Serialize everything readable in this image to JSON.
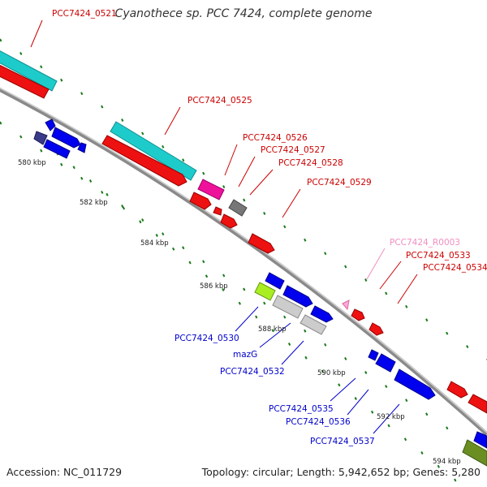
{
  "title": "Cyanothece sp. PCC 7424, complete genome",
  "footer": {
    "accession": "Accession: NC_011729",
    "topology": "Topology: circular; Length: 5,942,652 bp; Genes: 5,280"
  },
  "colors": {
    "backbone": "#999999",
    "tick": "#1a7a1a",
    "label_red": "#cc0000",
    "label_blue": "#0000cc",
    "label_pink": "#f08ec0"
  },
  "scale_labels": [
    "580 kbp",
    "582 kbp",
    "584 kbp",
    "586 kbp",
    "588 kbp",
    "590 kbp",
    "592 kbp",
    "594 kbp"
  ],
  "feature_labels": [
    {
      "text": "PCC7424_0521",
      "color": "red"
    },
    {
      "text": "PCC7424_0525",
      "color": "red"
    },
    {
      "text": "PCC7424_0526",
      "color": "red"
    },
    {
      "text": "PCC7424_0527",
      "color": "red"
    },
    {
      "text": "PCC7424_0528",
      "color": "red"
    },
    {
      "text": "PCC7424_0529",
      "color": "red"
    },
    {
      "text": "PCC7424_R0003",
      "color": "pink"
    },
    {
      "text": "PCC7424_0533",
      "color": "red"
    },
    {
      "text": "PCC7424_0534",
      "color": "red"
    },
    {
      "text": "PCC7424_0530",
      "color": "blue"
    },
    {
      "text": "mazG",
      "color": "blue"
    },
    {
      "text": "PCC7424_0532",
      "color": "blue"
    },
    {
      "text": "PCC7424_0535",
      "color": "blue"
    },
    {
      "text": "PCC7424_0536",
      "color": "blue"
    },
    {
      "text": "PCC7424_0537",
      "color": "blue"
    }
  ]
}
